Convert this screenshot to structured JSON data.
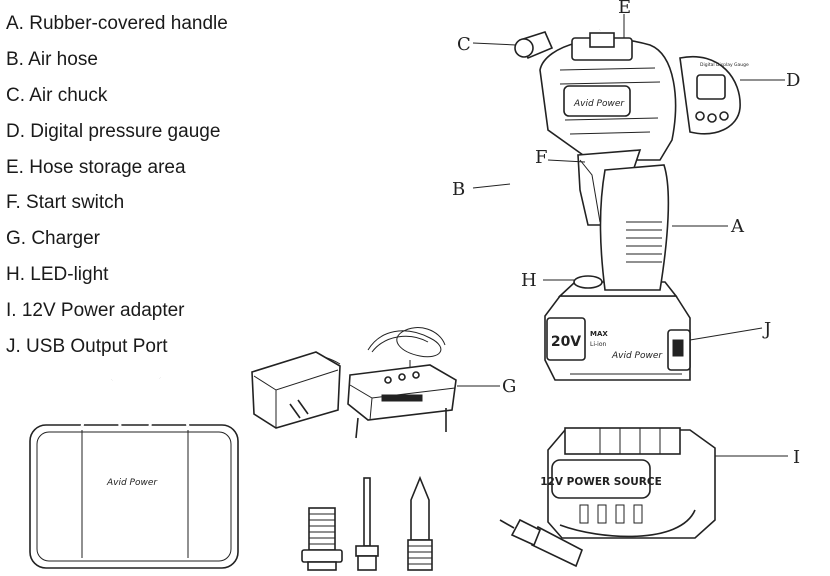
{
  "parts": [
    {
      "letter": "A",
      "label": "A. Rubber-covered handle"
    },
    {
      "letter": "B",
      "label": "B. Air hose"
    },
    {
      "letter": "C",
      "label": "C. Air chuck"
    },
    {
      "letter": "D",
      "label": "D. Digital pressure gauge"
    },
    {
      "letter": "E",
      "label": "E. Hose storage area"
    },
    {
      "letter": "F",
      "label": "F. Start switch"
    },
    {
      "letter": "G",
      "label": "G. Charger"
    },
    {
      "letter": "H",
      "label": "H. LED-light"
    },
    {
      "letter": "I",
      "label": "I. 12V Power adapter"
    },
    {
      "letter": "J",
      "label": "J. USB Output Port"
    }
  ],
  "callouts": {
    "A": "A",
    "B": "B",
    "C": "C",
    "D": "D",
    "E": "E",
    "F": "F",
    "G": "G",
    "H": "H",
    "I": "I",
    "J": "J"
  },
  "product": {
    "brand_on_inflator": "Avid Power",
    "brand_on_bag": "Avid Power",
    "brand_on_battery": "Avid Power",
    "battery_voltage": "20V",
    "battery_max": "MAX",
    "battery_chem": "Li-ion",
    "adapter_text": "12V POWER SOURCE",
    "gauge_text": "Digital Display Gauge"
  }
}
